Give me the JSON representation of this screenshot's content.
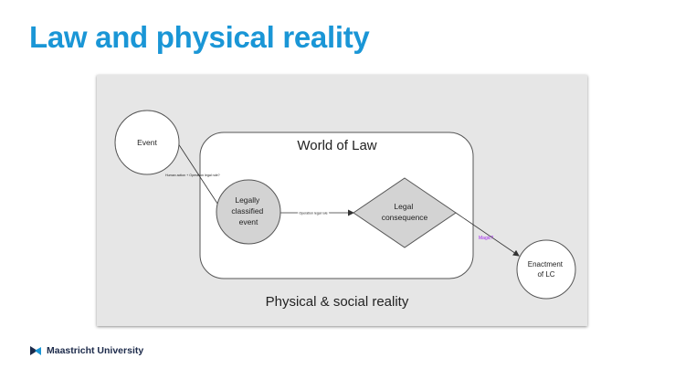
{
  "slide": {
    "title": "Law and physical reality"
  },
  "diagram": {
    "nodes": {
      "event": "Event",
      "legally_classified_event": [
        "Legally",
        "classified",
        "event"
      ],
      "legal_consequence": [
        "Legal",
        "consequence"
      ],
      "enactment": [
        "Enactment",
        "of LC"
      ]
    },
    "regions": {
      "world_of_law": "World of Law",
      "physical_social_reality": "Physical & social reality"
    },
    "edges": {
      "event_to_classified": "Human action + Operation legal rule?",
      "classified_to_consequence": "Operation legal rule",
      "consequence_to_enactment": "Magic?"
    },
    "colors": {
      "panel_bg": "#e6e6e6",
      "node_fill": "#d3d3d3",
      "outer_node_fill": "#ffffff",
      "magic_label": "#a020f0",
      "title": "#1a96d6"
    }
  },
  "footer": {
    "logo_text": "Maastricht University"
  }
}
